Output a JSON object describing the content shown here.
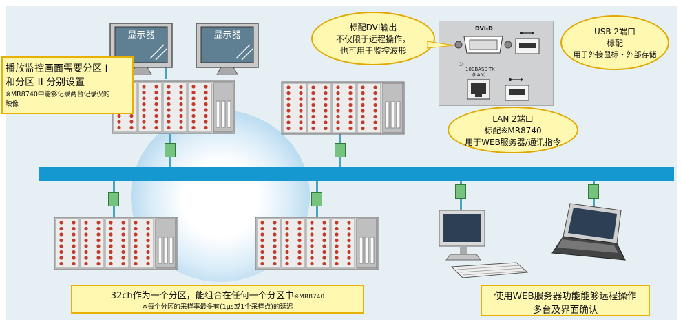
{
  "monitors": [
    {
      "label": "显示器"
    },
    {
      "label": "显示器"
    }
  ],
  "notes": {
    "playback": {
      "line1": "播放监控画面需要分区 I",
      "line2": "和分区 II 分别设置",
      "note1": "※MR8740中能够记录两台记录仪的",
      "note2": "映像"
    },
    "dvi": {
      "line1": "标配DVI输出",
      "line2": "不仅限于远程操作，",
      "line3": "也可用于监控波形"
    },
    "usb": {
      "line1": "USB 2端口",
      "line2": "标配",
      "line3": "用于外接鼠标・外部存储"
    },
    "lan": {
      "line1": "LAN 2端口",
      "line2": "标配※MR8740",
      "line3": "用于WEB服务器/通讯指令"
    },
    "group": {
      "line1": "32ch作为一个分区，能组合在任何一个分区中",
      "line1_mark": "※MR8740",
      "line2": "※每个分区的采样率最多有(1μs或1个采样点)的延迟"
    },
    "web": {
      "line1": "使用WEB服务器功能能够远程操作",
      "line2": "多台及界面确认"
    }
  },
  "hardware_panel": {
    "dvi_label": "DVI-D",
    "lan_label": "100BASE-TX",
    "lan_sub": "(LAN)"
  }
}
